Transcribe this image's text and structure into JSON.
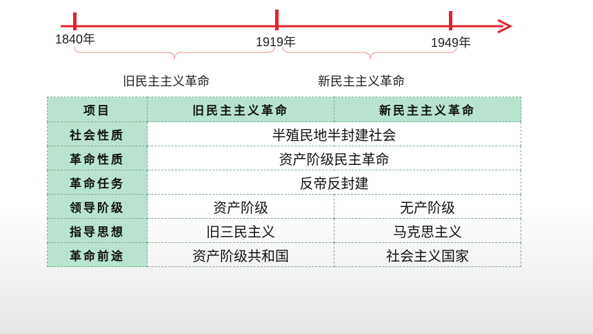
{
  "timeline": {
    "years": [
      "1840年",
      "1919年",
      "1949年"
    ],
    "periods": [
      "旧民主主义革命",
      "新民主主义革命"
    ]
  },
  "table": {
    "headers": [
      "项目",
      "旧民主主义革命",
      "新民主主义革命"
    ],
    "rows": [
      {
        "label": "社会性质",
        "shared": "半殖民地半封建社会"
      },
      {
        "label": "革命性质",
        "shared": "资产阶级民主革命"
      },
      {
        "label": "革命任务",
        "shared": "反帝反封建"
      },
      {
        "label": "领导阶级",
        "old": "资产阶级",
        "new": "无产阶级"
      },
      {
        "label": "指导思想",
        "old": "旧三民主义",
        "new": "马克思主义"
      },
      {
        "label": "革命前途",
        "old": "资产阶级共和国",
        "new": "社会主义国家"
      }
    ]
  },
  "colors": {
    "accent": "#e8202a",
    "header_fill": "#b8e4cf",
    "cell_border": "#7aa88e"
  }
}
